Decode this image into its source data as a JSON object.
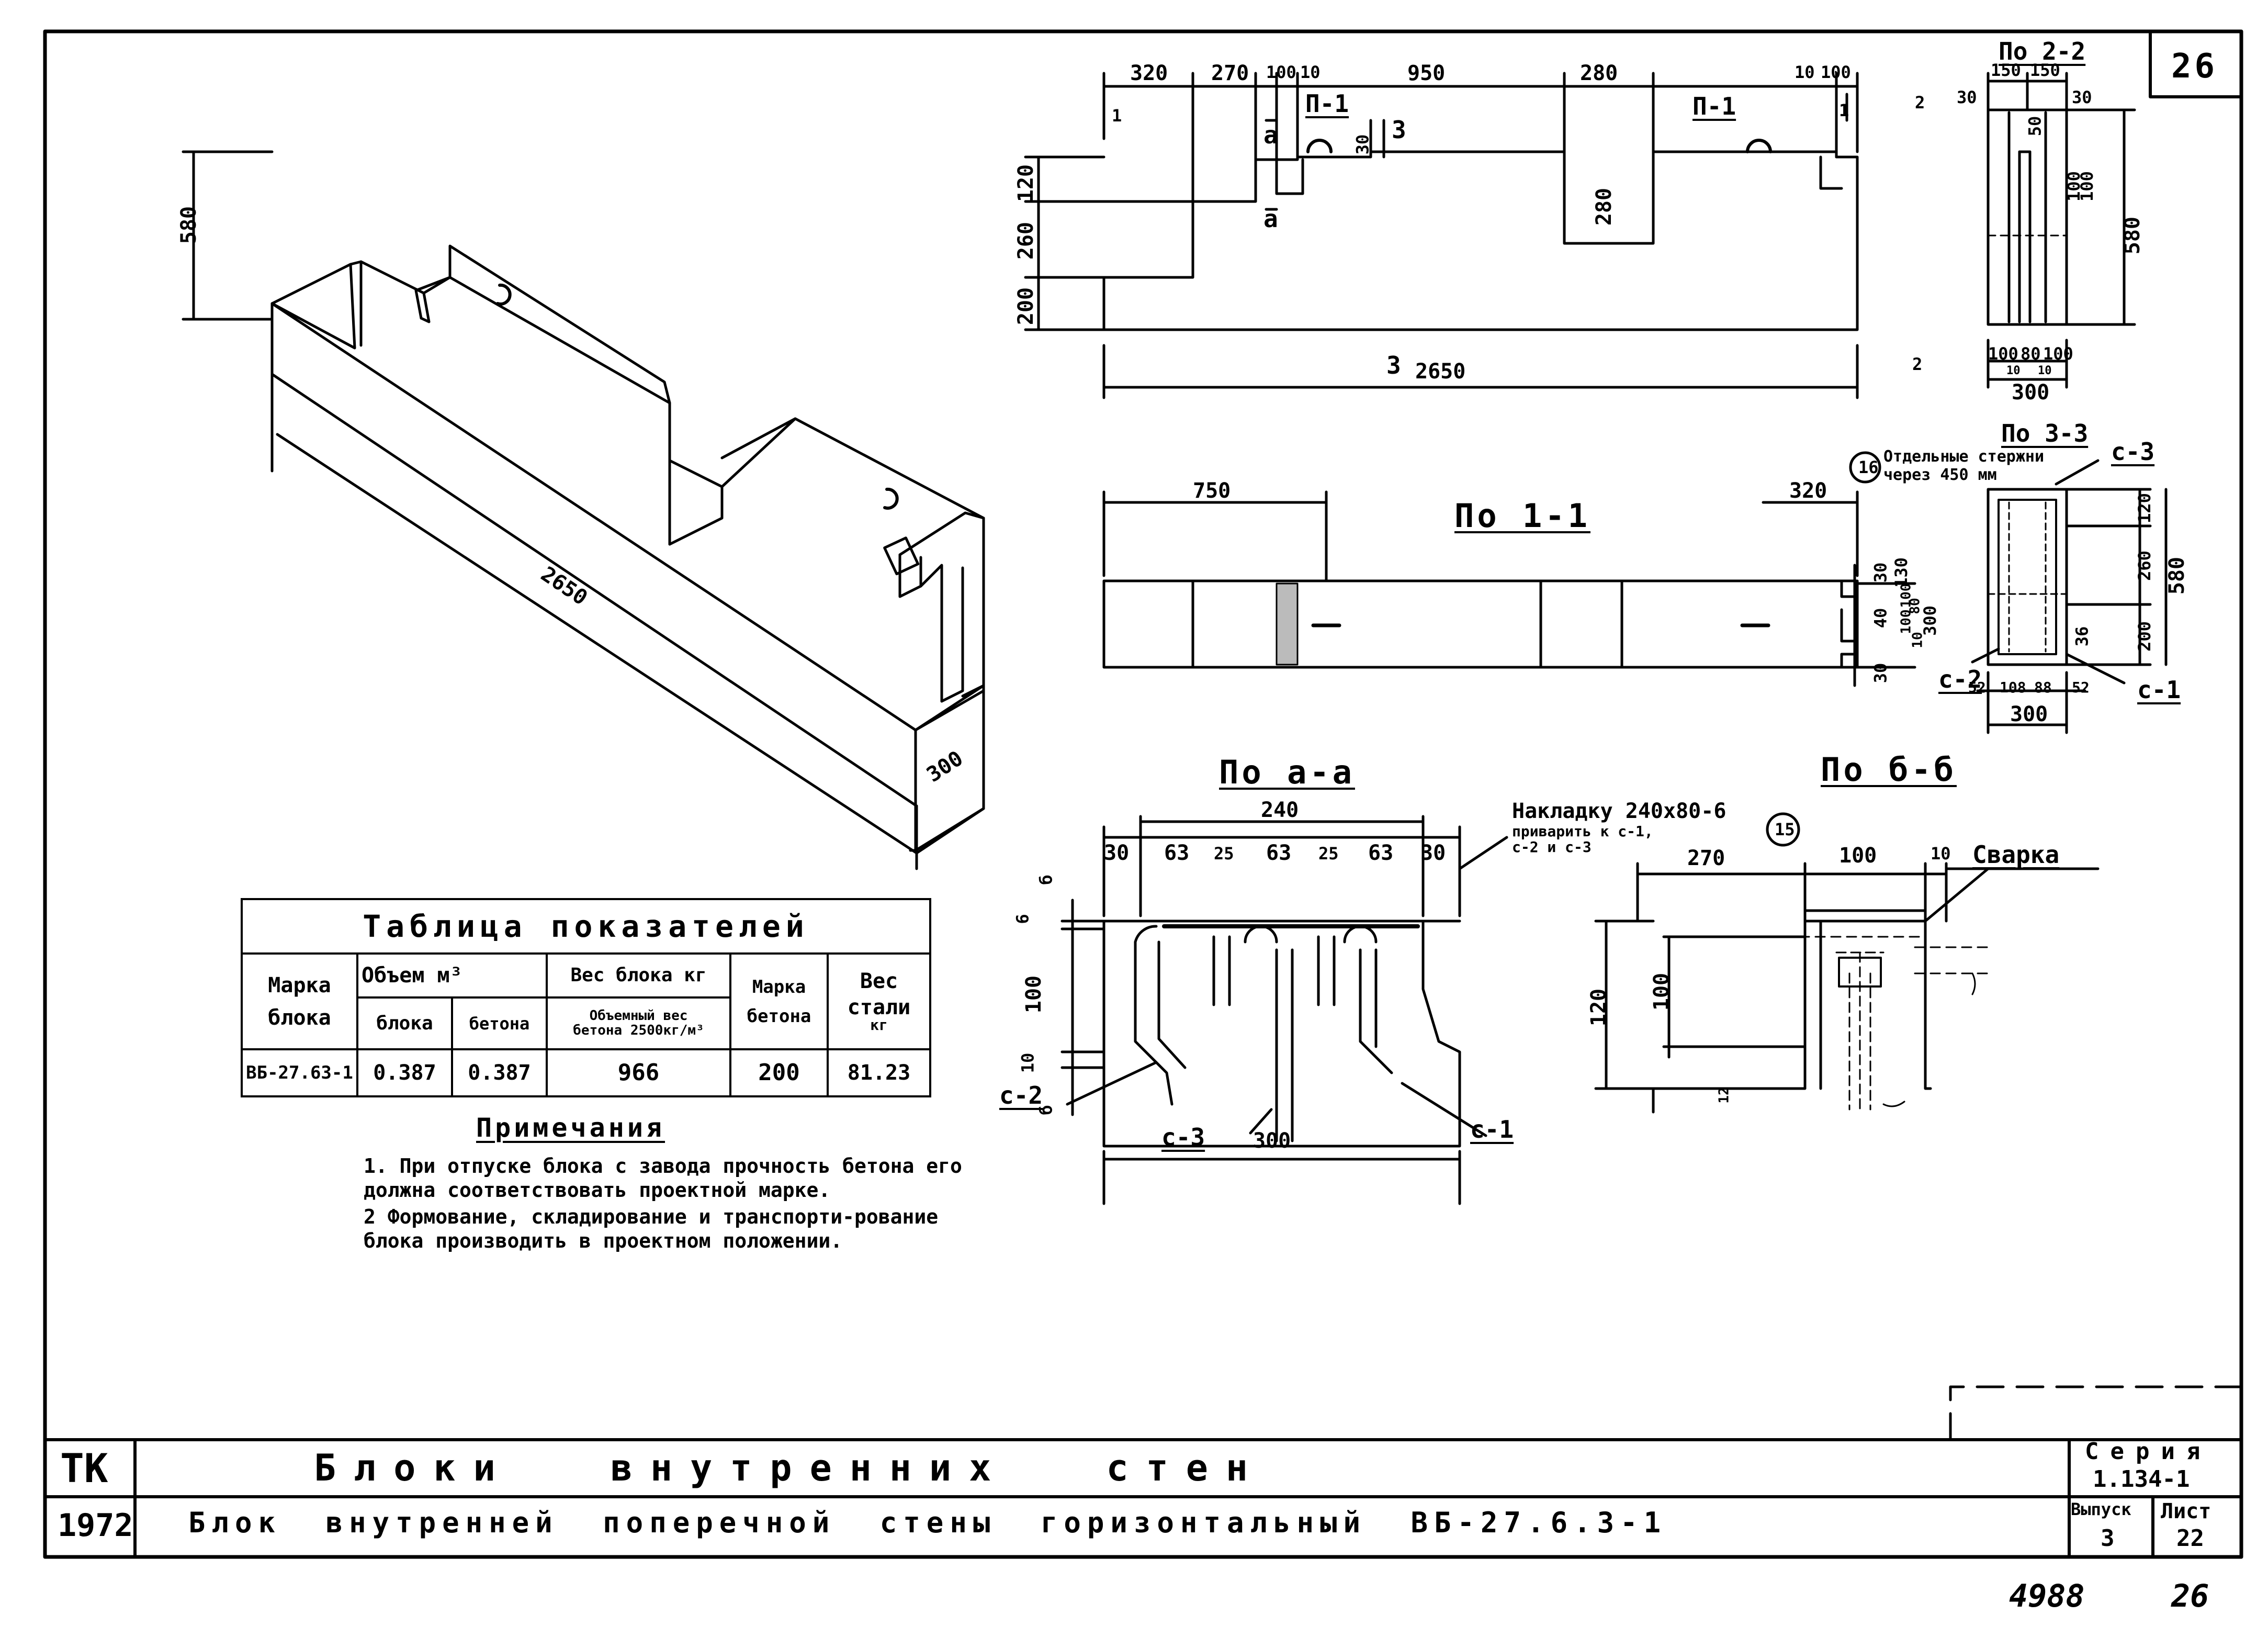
{
  "sheet_number": "26",
  "isometric": {
    "length": "2650",
    "height": "580",
    "width": "300"
  },
  "elevation": {
    "top_dims": [
      "320",
      "270",
      "100",
      "10",
      "950",
      "280",
      "10",
      "100"
    ],
    "loop_labels": [
      "П-1",
      "П-1"
    ],
    "left_dims": [
      "120",
      "260",
      "200"
    ],
    "inner_dims": [
      "30",
      "280"
    ],
    "section_marks": [
      "а",
      "а",
      "1",
      "1",
      "3",
      "3",
      "2",
      "2"
    ],
    "bottom_dim": "2650"
  },
  "section_2_2": {
    "title": "По 2-2",
    "top": [
      "150",
      "150"
    ],
    "side": [
      "30",
      "30",
      "50"
    ],
    "height": "580",
    "inner": [
      "100",
      "100"
    ],
    "bottom": [
      "100",
      "80",
      "100"
    ],
    "bottom_sub": [
      "10",
      "10"
    ],
    "total": "300"
  },
  "plan_1_1": {
    "title": "По  1-1",
    "dims": [
      "750",
      "320"
    ],
    "side": [
      "30",
      "130",
      "100",
      "100",
      "80",
      "300",
      "10",
      "40",
      "30"
    ]
  },
  "section_3_3": {
    "title": "По 3-3",
    "note_num": "16",
    "note": [
      "Отдельные стержни",
      "через 450 мм"
    ],
    "labels": [
      "с-3",
      "с-2",
      "с-1"
    ],
    "right": [
      "120",
      "260",
      "200",
      "580"
    ],
    "inner": [
      "36"
    ],
    "bottom": [
      "52",
      "108",
      "88",
      "52"
    ],
    "total": "300"
  },
  "section_a_a": {
    "title": "По а-а",
    "top_total": "240",
    "top": [
      "30",
      "63",
      "25",
      "63",
      "25",
      "63",
      "30"
    ],
    "left": [
      "б",
      "6",
      "100",
      "10",
      "б"
    ],
    "labels": [
      "с-2",
      "с-3",
      "с-1"
    ],
    "bottom": "300"
  },
  "callout_15": {
    "num": "15",
    "line1": "Накладку 240х80-6",
    "line2": "приварить к с-1,",
    "line3": "с-2 и с-3"
  },
  "section_b_b": {
    "title": "По б-б",
    "top": [
      "270",
      "100",
      "10"
    ],
    "weld": "Сварка",
    "left": [
      "120",
      "100"
    ],
    "bottom": [
      "12"
    ]
  },
  "indicators": {
    "title": "Таблица  показателей",
    "h_mark": [
      "Марка",
      "блока"
    ],
    "h_volume": "Объем м³",
    "h_vol_block": "блока",
    "h_vol_concrete": "бетона",
    "h_weight": "Вес блока кг",
    "h_weight_sub": [
      "Объемный вес",
      "бетона 2500кг/м³"
    ],
    "h_concrete": [
      "Марка",
      "бетона"
    ],
    "h_steel": [
      "Вес",
      "стали",
      "кг"
    ],
    "row": {
      "mark": "ВБ-27.63-1",
      "vol_block": "0.387",
      "vol_concrete": "0.387",
      "weight": "966",
      "concrete": "200",
      "steel": "81.23"
    }
  },
  "notes": {
    "title": "Примечания",
    "items": [
      "1. При отпуске блока с завода прочность бетона его должна соответствовать проектной марке.",
      "2 Формование, складирование и транспорти-рование блока производить в проектном положении."
    ]
  },
  "title_block": {
    "org": "ТК",
    "year": "1972",
    "title": "Блоки   внутренних   стен",
    "subtitle": "Блок внутренней поперечной стены горизонтальный ВБ-27.6.3-1",
    "series_label": "Серия",
    "series_value": "1.134-1",
    "issue_label": "Выпуск",
    "issue_value": "3",
    "sheet_label": "Лист",
    "sheet_value": "22"
  },
  "footer": {
    "code": "4988",
    "page": "26"
  }
}
